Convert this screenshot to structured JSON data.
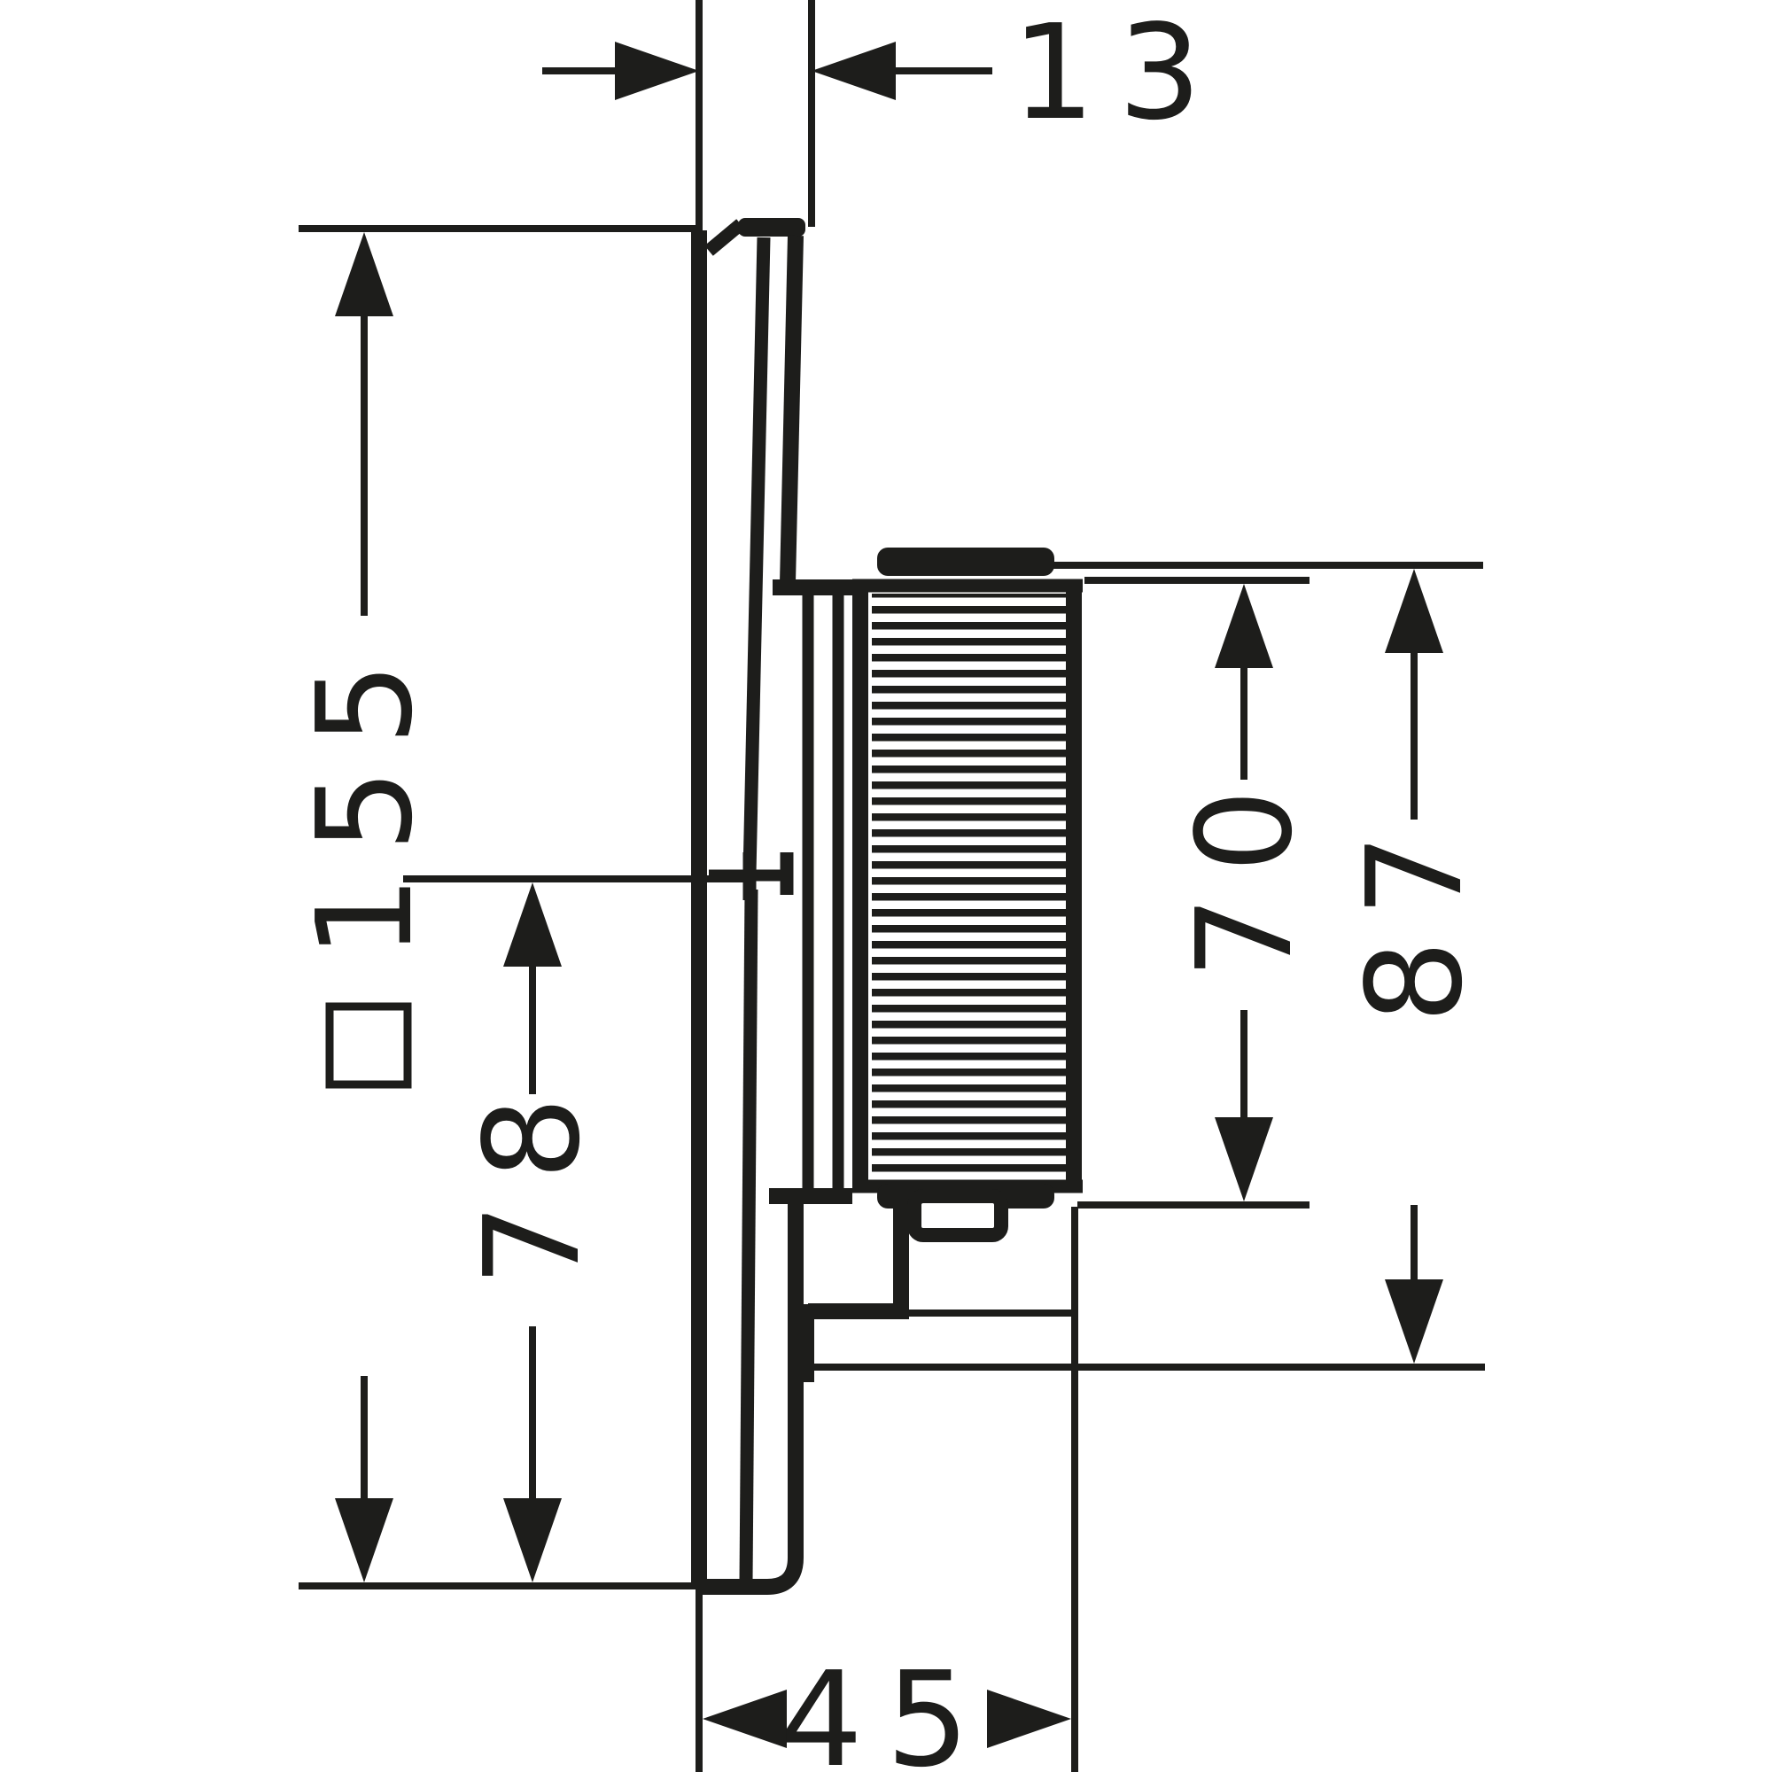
{
  "drawing": {
    "kind": "technical dimension drawing",
    "view": "side profile of concealed shower mixer (wall plate with knurled handle)",
    "background_color": "#ffffff",
    "line_color": "#1d1d1b"
  },
  "dimensions": {
    "depth_plate": {
      "label": "13",
      "orientation": "horizontal",
      "position": "top"
    },
    "plate_height": {
      "label": "155",
      "orientation": "vertical-rotated",
      "position": "left",
      "symbol": "square"
    },
    "lower_section_height": {
      "label": "78",
      "orientation": "vertical-rotated",
      "position": "left-inner"
    },
    "handle_height": {
      "label": "70",
      "orientation": "vertical-rotated",
      "position": "right-inner"
    },
    "handle_overall_height": {
      "label": "87",
      "orientation": "vertical-rotated",
      "position": "right-outer"
    },
    "total_depth": {
      "label": "45",
      "orientation": "horizontal",
      "position": "bottom"
    }
  }
}
